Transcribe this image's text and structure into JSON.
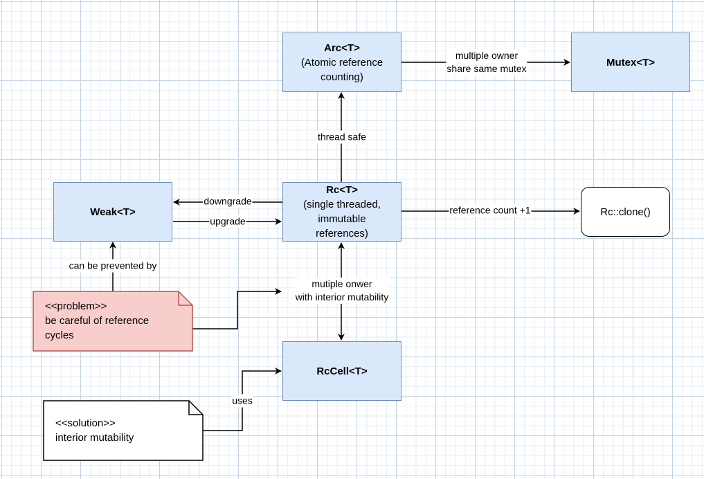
{
  "nodes": {
    "arc": {
      "title": "Arc<T>",
      "line1": "(Atomic reference",
      "line2": "counting)"
    },
    "mutex": {
      "title": "Mutex<T>"
    },
    "rc": {
      "title": "Rc<T>",
      "line1": "(single threaded,",
      "line2": "immutable",
      "line3": "references)"
    },
    "weak": {
      "title": "Weak<T>"
    },
    "rc_clone": {
      "title": "Rc::clone()"
    },
    "rccell": {
      "title": "RcCell<T>"
    },
    "problem_note": {
      "line1": "<<problem>>",
      "line2": "be careful of reference",
      "line3": "cycles"
    },
    "solution_note": {
      "line1": "<<solution>>",
      "line2": "interior mutability"
    }
  },
  "edges": {
    "arc_mutex": {
      "line1": "multiple owner",
      "line2": "share same mutex"
    },
    "rc_arc": "thread safe",
    "rc_weak_downgrade": "downgrade",
    "weak_rc_upgrade": "upgrade",
    "rc_clone": "reference count +1",
    "problem_weak": "can be prevented by",
    "rc_rccell": {
      "line1": "mutiple onwer",
      "line2": "with interior mutability"
    },
    "solution_rccell": "uses"
  },
  "colors": {
    "box_fill": "#dae8fc",
    "box_stroke": "#6c8ebf",
    "problem_fill": "#f8cecc",
    "problem_stroke": "#b85450",
    "line": "#000000"
  }
}
